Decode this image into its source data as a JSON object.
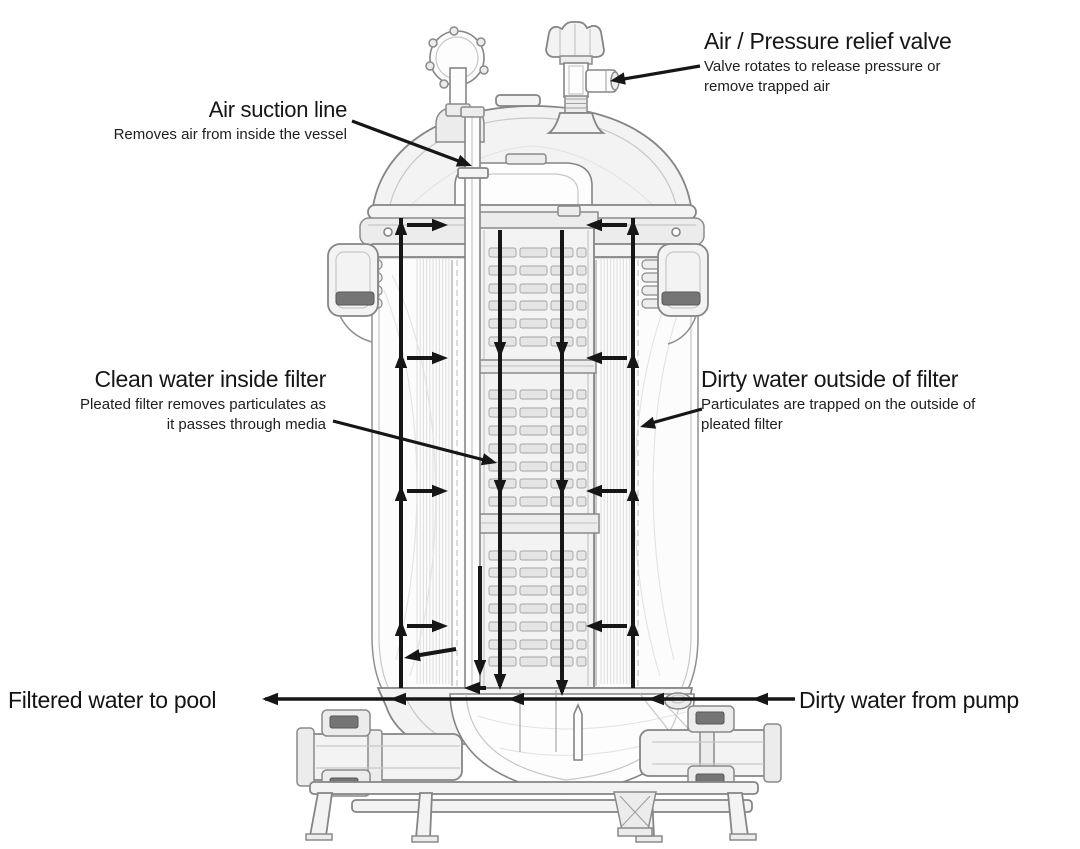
{
  "diagram": {
    "labels": {
      "relief_valve": {
        "title": "Air / Pressure relief valve",
        "desc_line1": "Valve rotates to release pressure or",
        "desc_line2": "remove trapped air"
      },
      "air_suction": {
        "title": "Air suction line",
        "desc": "Removes air from inside the vessel"
      },
      "clean_water": {
        "title": "Clean water inside filter",
        "desc_line1": "Pleated filter removes particulates as",
        "desc_line2": "it passes through media"
      },
      "dirty_water": {
        "title": "Dirty water outside of filter",
        "desc_line1": "Particulates are trapped on the outside of",
        "desc_line2": "pleated filter"
      },
      "outlet_label": "Filtered water to pool",
      "inlet_label": "Dirty water from pump"
    },
    "colors": {
      "ink": "#161616",
      "drawing_line": "#8a8a8a",
      "drawing_fill": "#f3f3f3",
      "background": "#ffffff"
    }
  }
}
